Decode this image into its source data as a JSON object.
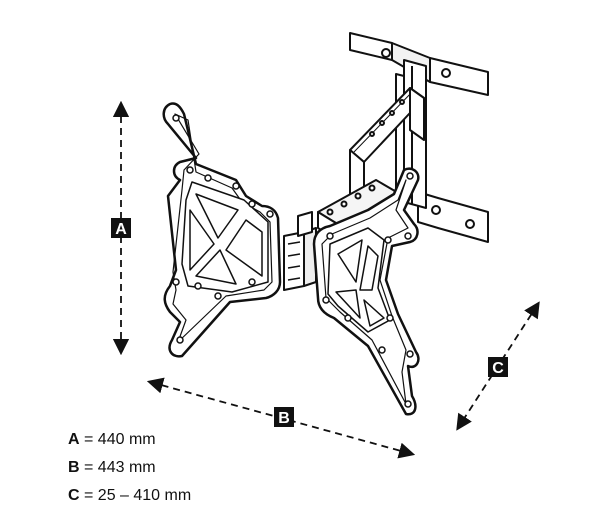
{
  "dimension_tags": {
    "a": "A",
    "b": "B",
    "c": "C"
  },
  "specs": [
    {
      "key": "A",
      "sep": " = ",
      "value": "440 mm"
    },
    {
      "key": "B",
      "sep": " = ",
      "value": "443 mm"
    },
    {
      "key": "C",
      "sep": " = ",
      "value": "25 – 410 mm"
    }
  ],
  "colors": {
    "ink": "#111111",
    "tag_background": "#111111",
    "tag_text": "#ffffff",
    "background": "#ffffff"
  }
}
